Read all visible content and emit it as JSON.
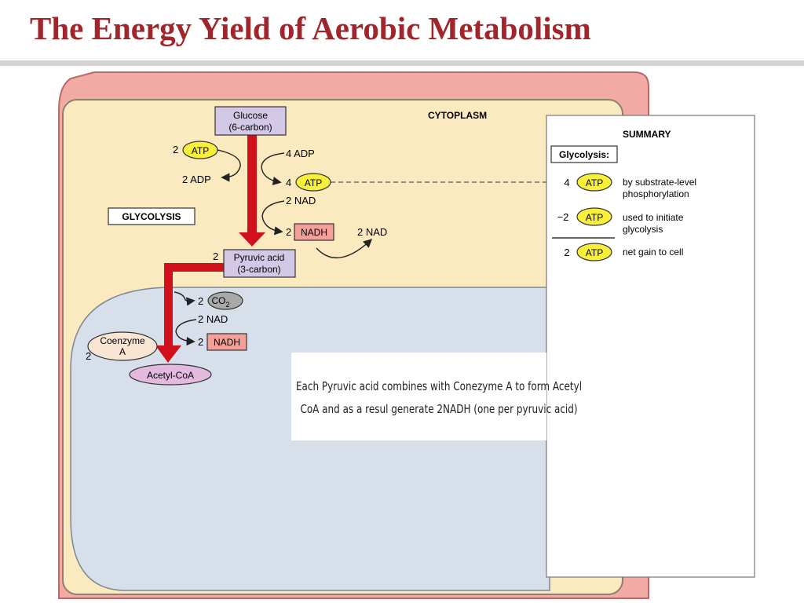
{
  "slide": {
    "title": "The Energy Yield of Aerobic Metabolism"
  },
  "diagram": {
    "cytoplasm_label": "CYTOPLASM",
    "glycolysis_label": "GLYCOLYSIS",
    "glucose_line1": "Glucose",
    "glucose_line2": "(6-carbon)",
    "pyruvic_count": "2",
    "pyruvic_line1": "Pyruvic acid",
    "pyruvic_line2": "(3-carbon)",
    "atp": "ATP",
    "two": "2",
    "two_adp": "2 ADP",
    "four_adp": "4 ADP",
    "four": "4",
    "two_nad": "2 NAD",
    "nadh": "NADH",
    "co2": "CO",
    "co2_sub": "2",
    "coenzyme_line1": "Coenzyme",
    "coenzyme_line2": "A",
    "acetyl_coa": "Acetyl-CoA"
  },
  "summary": {
    "heading": "SUMMARY",
    "section": "Glycolysis:",
    "rows": [
      {
        "count": "4",
        "badge": "ATP",
        "line1": "by substrate-level",
        "line2": "phosphorylation"
      },
      {
        "count": "−2",
        "badge": "ATP",
        "line1": "used to initiate",
        "line2": "glycolysis"
      },
      {
        "count": "2",
        "badge": "ATP",
        "line1": "net gain to cell",
        "line2": ""
      }
    ]
  },
  "caption": {
    "line1": "Each Pyruvic acid combines with Conezyme A to form Acetyl",
    "line2": "CoA and as a resul generate 2NADH (one per pyruvic acid)"
  },
  "colors": {
    "title": "#a0262b",
    "cytoplasm_fill": "#fbe9bf",
    "outer_membrane": "#f2aaa5",
    "mitochondrion_fill": "#d7e0ea",
    "atp_fill": "#f7ef3a",
    "nadh_fill": "#f4a09a",
    "box_fill": "#d3c9e6",
    "arrow_red": "#d0101a"
  }
}
